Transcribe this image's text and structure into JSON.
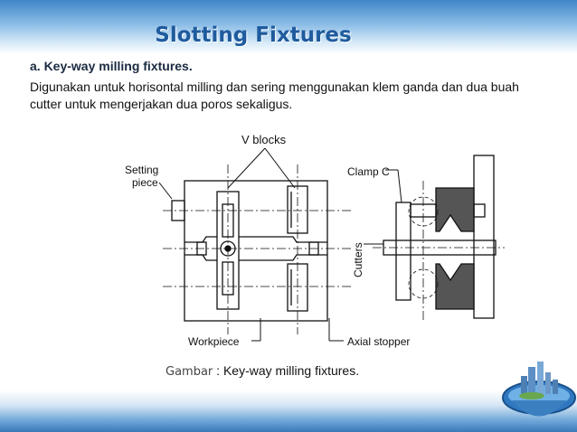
{
  "slide": {
    "title": "Slotting Fixtures",
    "subheading": "a. Key-way milling fixtures.",
    "body": "Digunakan untuk horisontal milling dan sering menggunakan klem ganda dan dua buah cutter untuk mengerjakan dua poros sekaligus."
  },
  "figure": {
    "labels": {
      "v_blocks": "V blocks",
      "setting_piece_1": "Setting",
      "setting_piece_2": "piece",
      "clamp_c": "Clamp C",
      "cutters": "Cutters",
      "workpiece": "Workpiece",
      "axial_stopper": "Axial stopper"
    }
  },
  "caption": {
    "label": "Gambar",
    "separator": ":",
    "text": "Key-way milling fixtures."
  },
  "colors": {
    "title": "#1f5b9e",
    "sky": "#3f86c8",
    "footer": "#3b78b8"
  }
}
